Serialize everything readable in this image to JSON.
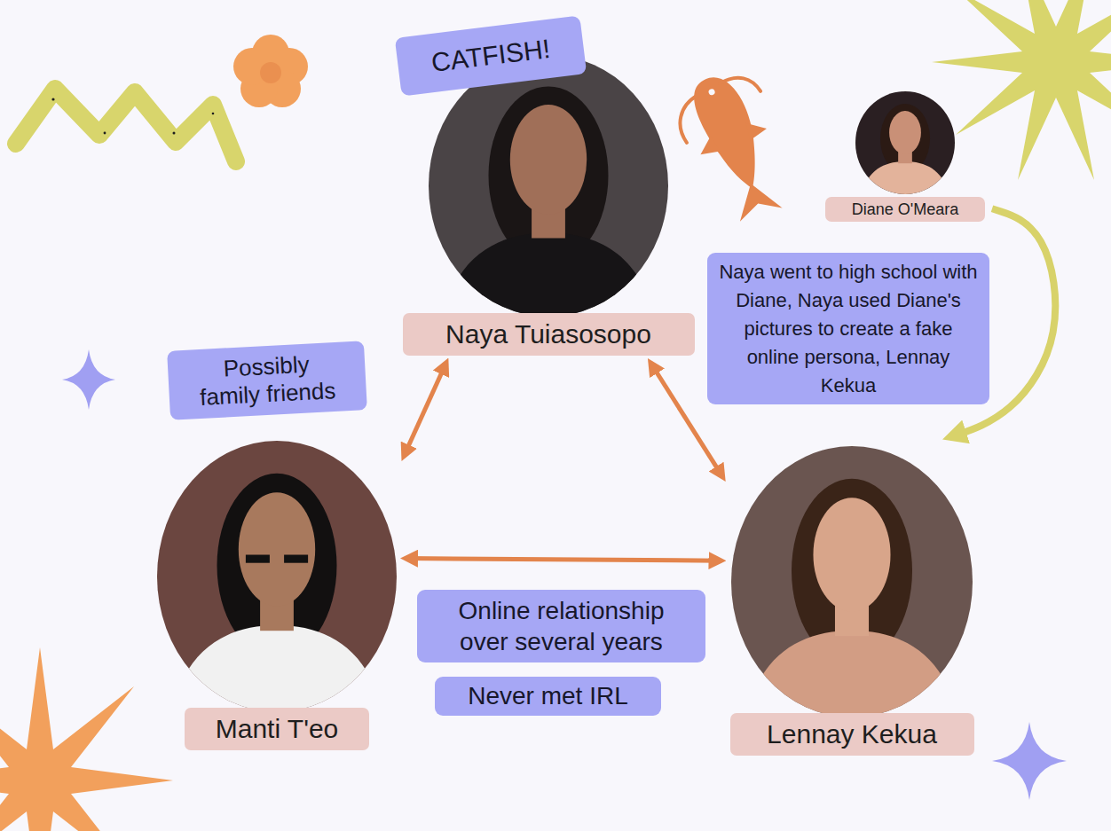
{
  "diagram": {
    "nodes": [
      {
        "text": [
          "Naya Tuiasosopo"
        ]
      },
      {
        "text": [
          "Diane O'Meara"
        ]
      },
      {
        "text": [
          "Manti T'eo"
        ]
      },
      {
        "text": [
          "Lennay Kekua"
        ]
      }
    ],
    "edges": [
      {
        "from": 0,
        "to": 2,
        "label": "Possibly family friends",
        "arrow": "both"
      },
      {
        "from": 0,
        "to": 3,
        "label": "Naya went to high school with Diane, Naya used Diane's pictures to create a fake online persona, Lennay Kekua",
        "arrow": "both"
      },
      {
        "from": 2,
        "to": 3,
        "label": "Online relationship over several years",
        "arrow": "both"
      },
      {
        "from": 1,
        "to": 3,
        "arrow": "to"
      }
    ],
    "labels": [
      "CATFISH!",
      "Never met IRL"
    ]
  }
}
